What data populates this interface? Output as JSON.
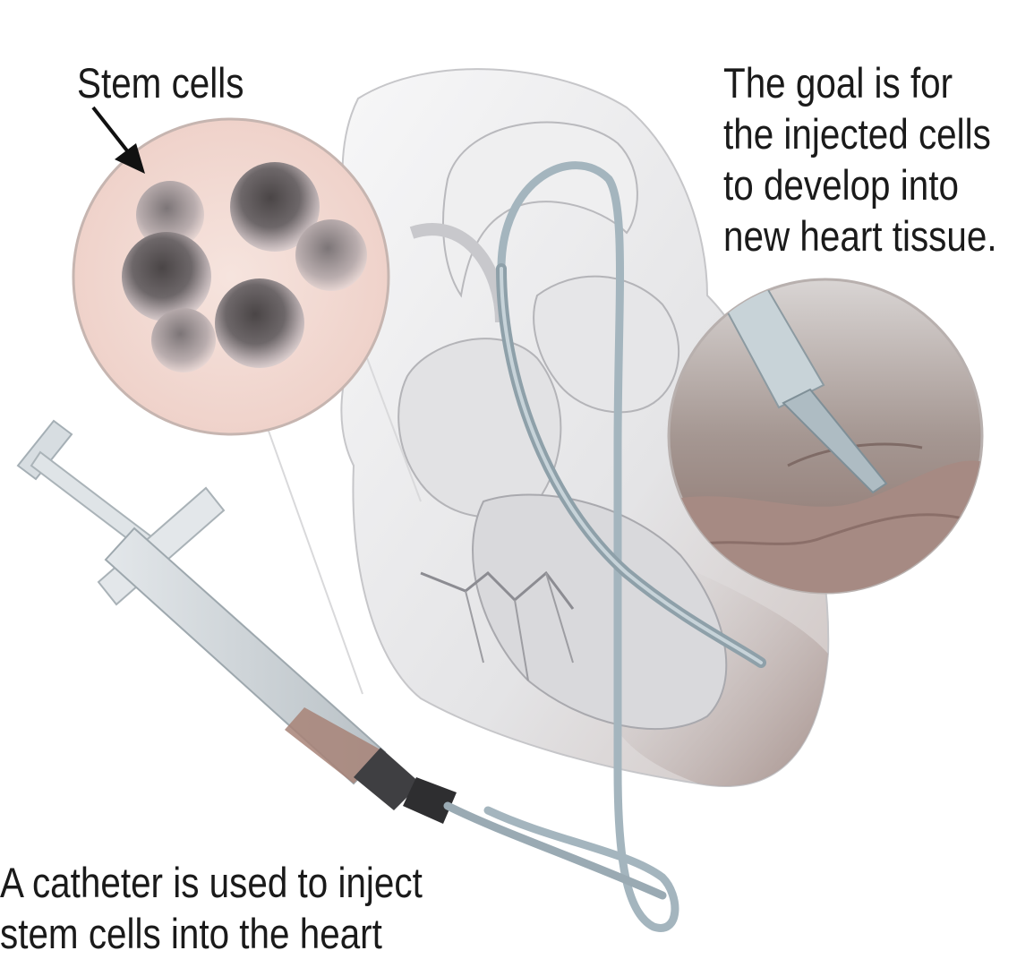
{
  "labels": {
    "stem_cells": "Stem cells",
    "goal": [
      "The goal is for",
      "the injected cells",
      "to develop into",
      "new heart tissue."
    ],
    "catheter": [
      "A catheter is used to inject",
      "stem cells into the heart"
    ]
  },
  "colors": {
    "cell_circle": "#f3ddd6",
    "cell": "#6f6a6c",
    "heart_wall": "#e9e9ea",
    "muscle": "#b49a91",
    "catheter": "#9fb3bd",
    "syringe_fill": "#a78377"
  },
  "icons": {
    "arrow": "arrow-down-right-icon"
  }
}
